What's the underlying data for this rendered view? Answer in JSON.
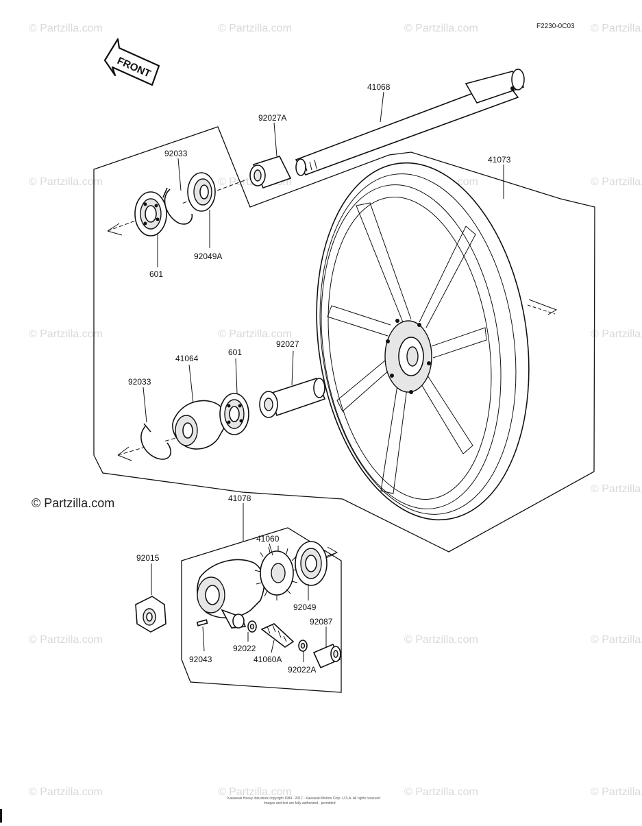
{
  "diagram": {
    "code": "F2230-0C03",
    "front_label": "FRONT",
    "watermark": "© Partzilla.com",
    "footer_line1": "Kawasaki Heavy Industries copyright 1984 · 2017 · Kawasaki Motors Corp. U.S.A. All rights reserved",
    "footer_line2": "Images and text are fully authorized · permitted",
    "part_labels": {
      "p41068": "41068",
      "p92027A": "92027A",
      "p41073": "41073",
      "p92033_top": "92033",
      "p92049A": "92049A",
      "p601_top": "601",
      "p41064": "41064",
      "p601_mid": "601",
      "p92027": "92027",
      "p92033_mid": "92033",
      "p41078": "41078",
      "p41060": "41060",
      "p92015": "92015",
      "p92049": "92049",
      "p92087": "92087",
      "p92043": "92043",
      "p92022": "92022",
      "p41060A": "41060A",
      "p92022A": "92022A"
    }
  }
}
